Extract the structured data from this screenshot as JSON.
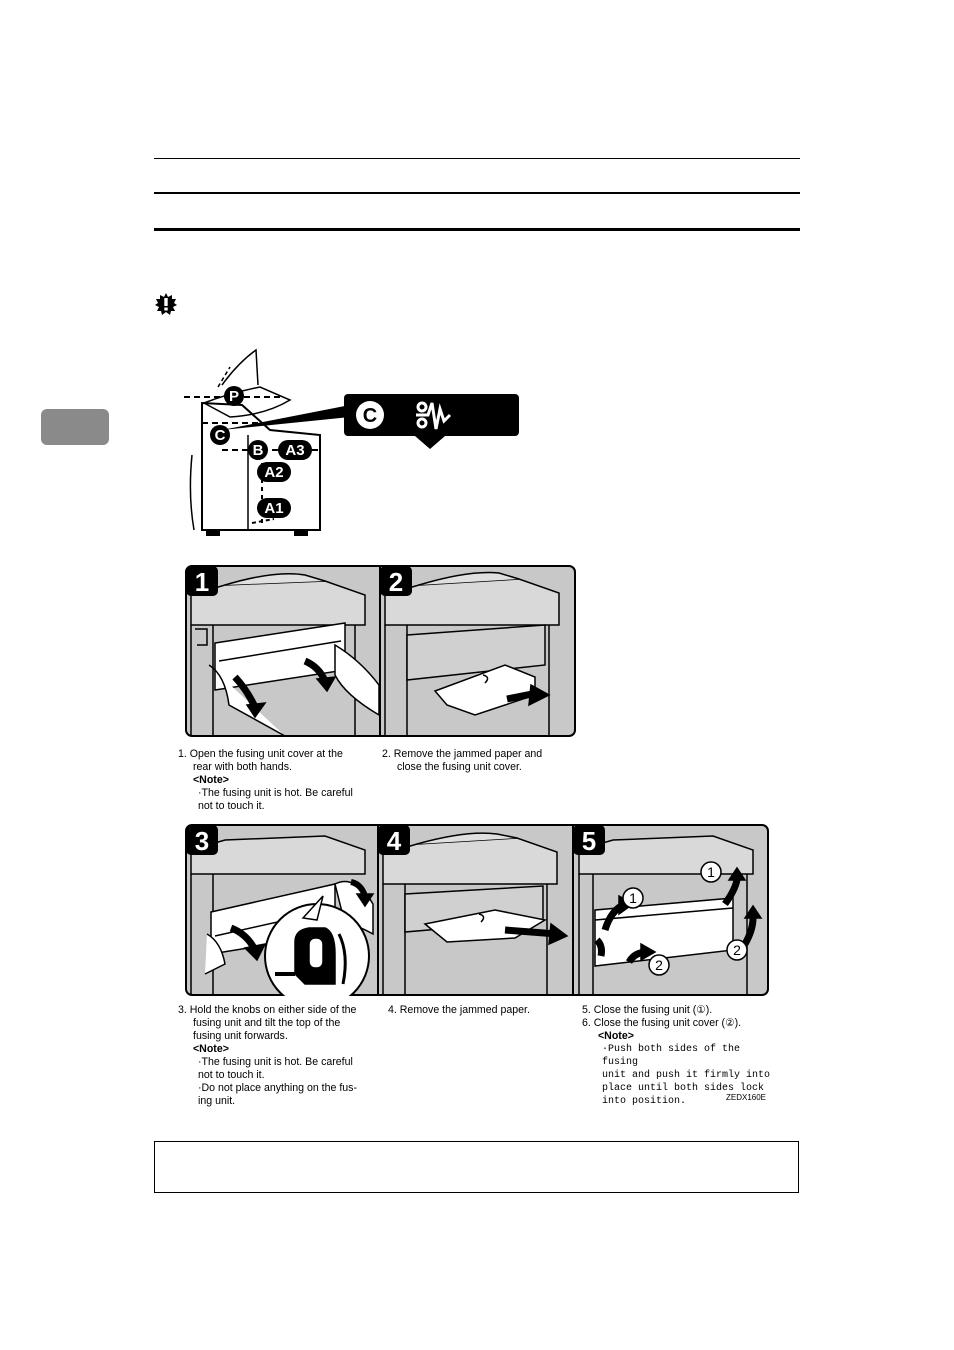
{
  "important_icon": "important-burst-icon",
  "location_labels": {
    "p": "P",
    "c": "C",
    "b": "B",
    "a3": "A3",
    "a2": "A2",
    "a1": "A1",
    "callout_letter": "C",
    "callout_icon": "fusing-unit-hot-icon"
  },
  "steps": [
    {
      "number": "1"
    },
    {
      "number": "2"
    },
    {
      "number": "3"
    },
    {
      "number": "4"
    },
    {
      "number": "5"
    }
  ],
  "step5_markers": {
    "one": "1",
    "two": "2"
  },
  "captions": {
    "c1": {
      "line1": "1. Open the fusing unit cover at the",
      "line2": "rear with both hands.",
      "note": "<Note>",
      "bullet1a": "·The fusing unit is hot. Be careful",
      "bullet1b": "not to touch it."
    },
    "c2": {
      "line1": "2. Remove the jammed paper and",
      "line2": "close the fusing unit cover."
    },
    "c3": {
      "line1": "3. Hold the knobs on either side of the",
      "line2": "fusing unit and tilt the top of the",
      "line3": "fusing unit forwards.",
      "note": "<Note>",
      "bullet1a": "·The fusing unit is hot. Be careful",
      "bullet1b": "not to touch it.",
      "bullet2a": "·Do not place anything on the fus-",
      "bullet2b": "ing unit."
    },
    "c4": {
      "line1": "4. Remove the jammed paper."
    },
    "c5": {
      "line1": "5. Close the fusing unit (①).",
      "line2": "6. Close the fusing unit cover (②).",
      "note": "<Note>",
      "mono1": "·Push both sides of the fusing",
      "mono2": "unit and push it firmly into",
      "mono3": "place until both sides lock",
      "mono4": "into position."
    }
  },
  "figure_code": "ZEDX160E"
}
